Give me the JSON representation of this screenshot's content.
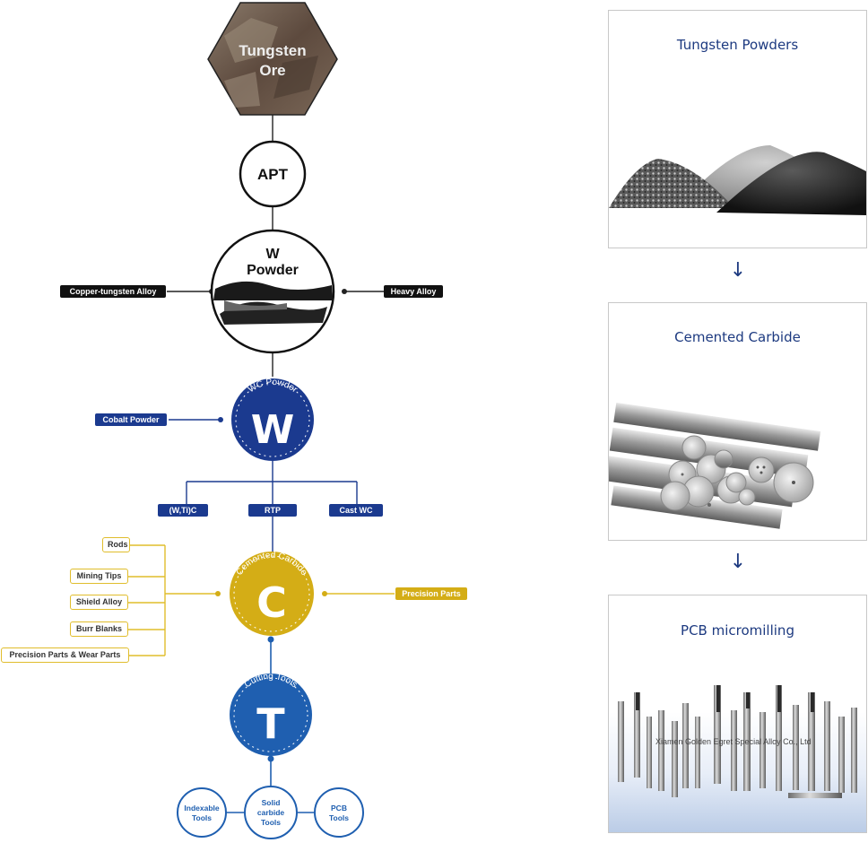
{
  "flow": {
    "ore": {
      "line1": "Tungsten",
      "line2": "Ore"
    },
    "apt": "APT",
    "w_powder": {
      "line1": "W",
      "line2": "Powder"
    },
    "w_left": "Copper-tungsten Alloy",
    "w_right": "Heavy Alloy",
    "wc_powder": {
      "arc": "WC Powder",
      "glyph": "W"
    },
    "wc_left": "Cobalt Powder",
    "wc_children": [
      "(W,Ti)C",
      "RTP",
      "Cast WC"
    ],
    "carbide": {
      "arc": "Cemented Carbide",
      "glyph": "C"
    },
    "carbide_right": "Precision Parts",
    "carbide_left": [
      "Rods",
      "Mining Tips",
      "Shield Alloy",
      "Burr Blanks",
      "Precision Parts & Wear Parts"
    ],
    "cutting": {
      "arc": "Cutting Tools",
      "glyph": "T"
    },
    "tools": [
      {
        "line1": "Indexable",
        "line2": "Tools",
        "line3": ""
      },
      {
        "line1": "Solid",
        "line2": "carbide",
        "line3": "Tools"
      },
      {
        "line1": "PCB",
        "line2": "Tools",
        "line3": ""
      }
    ],
    "colors": {
      "black": "#111111",
      "blue": "#1b3a8f",
      "gold": "#d4ad16",
      "blueTool": "#1f5fb0"
    }
  },
  "products": {
    "cards": [
      {
        "title": "Tungsten Powders"
      },
      {
        "title": "Cemented Carbide"
      },
      {
        "title": "PCB micromilling"
      }
    ],
    "arrow": "↓",
    "watermark": "Xiamen Golden Egret Special Alloy Co., Ltd",
    "title_color": "#1d3a80"
  }
}
